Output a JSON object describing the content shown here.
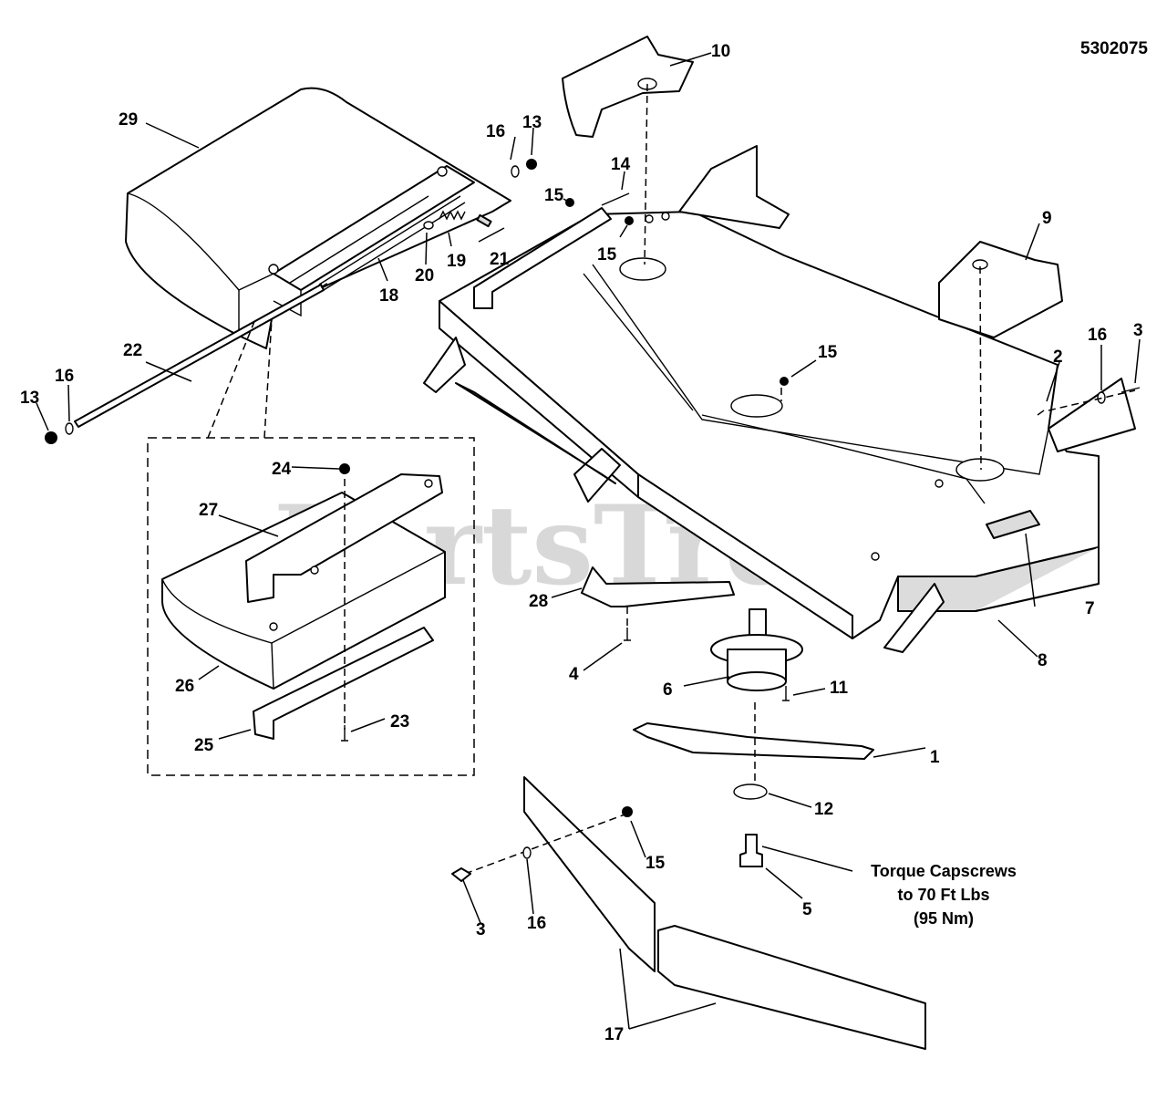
{
  "diagram_id": "5302075",
  "watermark": {
    "text": "PartsTree",
    "tm": "TM"
  },
  "callouts": {
    "c1": "1",
    "c2": "2",
    "c3a": "3",
    "c3b": "3",
    "c4": "4",
    "c5": "5",
    "c6": "6",
    "c7": "7",
    "c8": "8",
    "c9": "9",
    "c10": "10",
    "c11": "11",
    "c12": "12",
    "c13a": "13",
    "c13b": "13",
    "c14": "14",
    "c15a": "15",
    "c15b": "15",
    "c15c": "15",
    "c15d": "15",
    "c16a": "16",
    "c16b": "16",
    "c16c": "16",
    "c16d": "16",
    "c17": "17",
    "c18": "18",
    "c19": "19",
    "c20": "20",
    "c21": "21",
    "c22": "22",
    "c23": "23",
    "c24": "24",
    "c25": "25",
    "c26": "26",
    "c27": "27",
    "c28": "28",
    "c29": "29"
  },
  "torque_note": {
    "line1": "Torque Capscrews",
    "line2": "to 70 Ft Lbs",
    "line3": "(95 Nm)"
  }
}
